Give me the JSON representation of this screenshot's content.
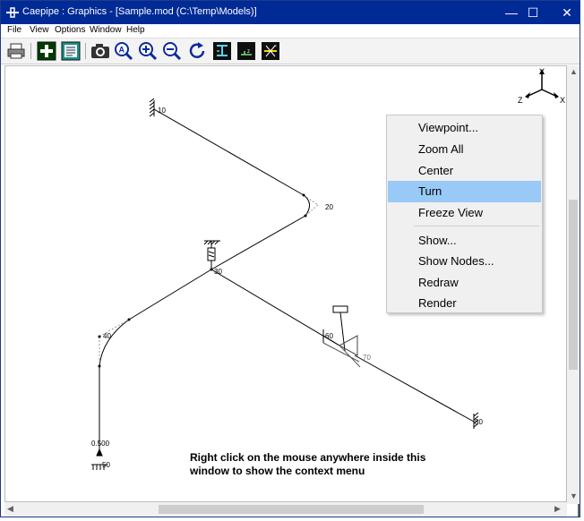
{
  "window": {
    "title": "Caepipe : Graphics -  [Sample.mod (C:\\Temp\\Models)]",
    "controls": {
      "minimize": "—",
      "maximize": "☐",
      "close": "✕"
    }
  },
  "menubar": {
    "items": [
      "File",
      "View",
      "Options",
      "Window",
      "Help"
    ]
  },
  "toolbar": {
    "icons": [
      "printer-icon",
      "add-icon",
      "list-icon",
      "camera-icon",
      "zoom-all-icon",
      "zoom-in-icon",
      "zoom-out-icon",
      "rotate-icon",
      "view-front-icon",
      "view-side-icon",
      "view-top-icon"
    ]
  },
  "axes": {
    "x": "X",
    "y": "Y",
    "z": "Z"
  },
  "nodes": {
    "n10": "10",
    "n20": "20",
    "n30": "30",
    "n40": "40",
    "n60": "60",
    "n70": "70",
    "n80": "80",
    "n50": "50",
    "n0500": "0.500"
  },
  "context_menu": {
    "items": [
      {
        "label": "Viewpoint...",
        "highlighted": false
      },
      {
        "label": "Zoom All",
        "highlighted": false
      },
      {
        "label": "Center",
        "highlighted": false
      },
      {
        "label": "Turn",
        "highlighted": true
      },
      {
        "label": "Freeze View",
        "highlighted": false
      },
      {
        "label": "Show...",
        "highlighted": false
      },
      {
        "label": "Show Nodes...",
        "highlighted": false
      },
      {
        "label": "Redraw",
        "highlighted": false
      },
      {
        "label": "Render",
        "highlighted": false
      }
    ]
  },
  "instructions": {
    "line1": "Right click on the mouse anywhere inside this",
    "line2": "window to show the context menu"
  },
  "colors": {
    "titlebar": "#002a96",
    "highlight": "#99c9f7",
    "pipe": "#000000",
    "dashed": "#999999"
  }
}
